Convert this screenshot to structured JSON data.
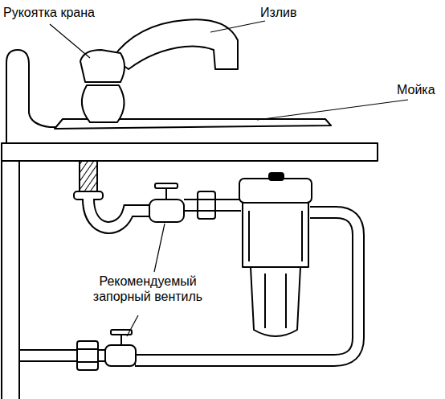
{
  "diagram": {
    "labels": [
      "Рукоятка крана",
      "Излив",
      "Мойка",
      "Рекомендуемый запорный вентиль"
    ]
  }
}
